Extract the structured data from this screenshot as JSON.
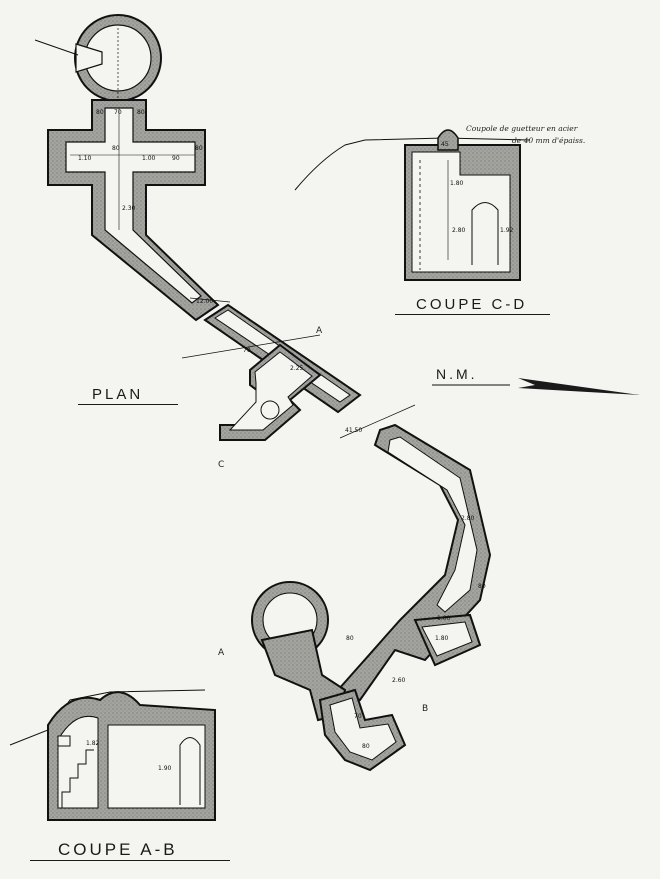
{
  "labels": {
    "plan": "PLAN",
    "coupe_cd": "COUPE C-D",
    "coupe_ab": "COUPE A-B",
    "north": "N.M.",
    "cupola_note_line1": "Coupole de guetteur en acier",
    "cupola_note_line2": "de 40 mm d'épaiss.",
    "mark_a_top": "A",
    "mark_c": "C",
    "mark_a_bottom": "A",
    "mark_b": "B"
  },
  "dimensions": {
    "top_cross": [
      "80",
      "70",
      "80",
      "1.10",
      "80",
      "1.00",
      "90",
      "80",
      "2.30"
    ],
    "corridor": [
      "12.00",
      "41.50",
      "70",
      "2.25"
    ],
    "lower_corridor": [
      "2.80",
      "80",
      "1.80",
      "2.60",
      "1.00",
      "80",
      "70",
      "80"
    ],
    "coupe_cd": [
      "45",
      "1.80",
      "2.80",
      "1.92"
    ],
    "coupe_ab": [
      "1.82",
      "1.90"
    ]
  },
  "colors": {
    "paper": "#f4f4f1",
    "ink": "#1a1a1a",
    "wall_fill": "#9a9a96"
  }
}
